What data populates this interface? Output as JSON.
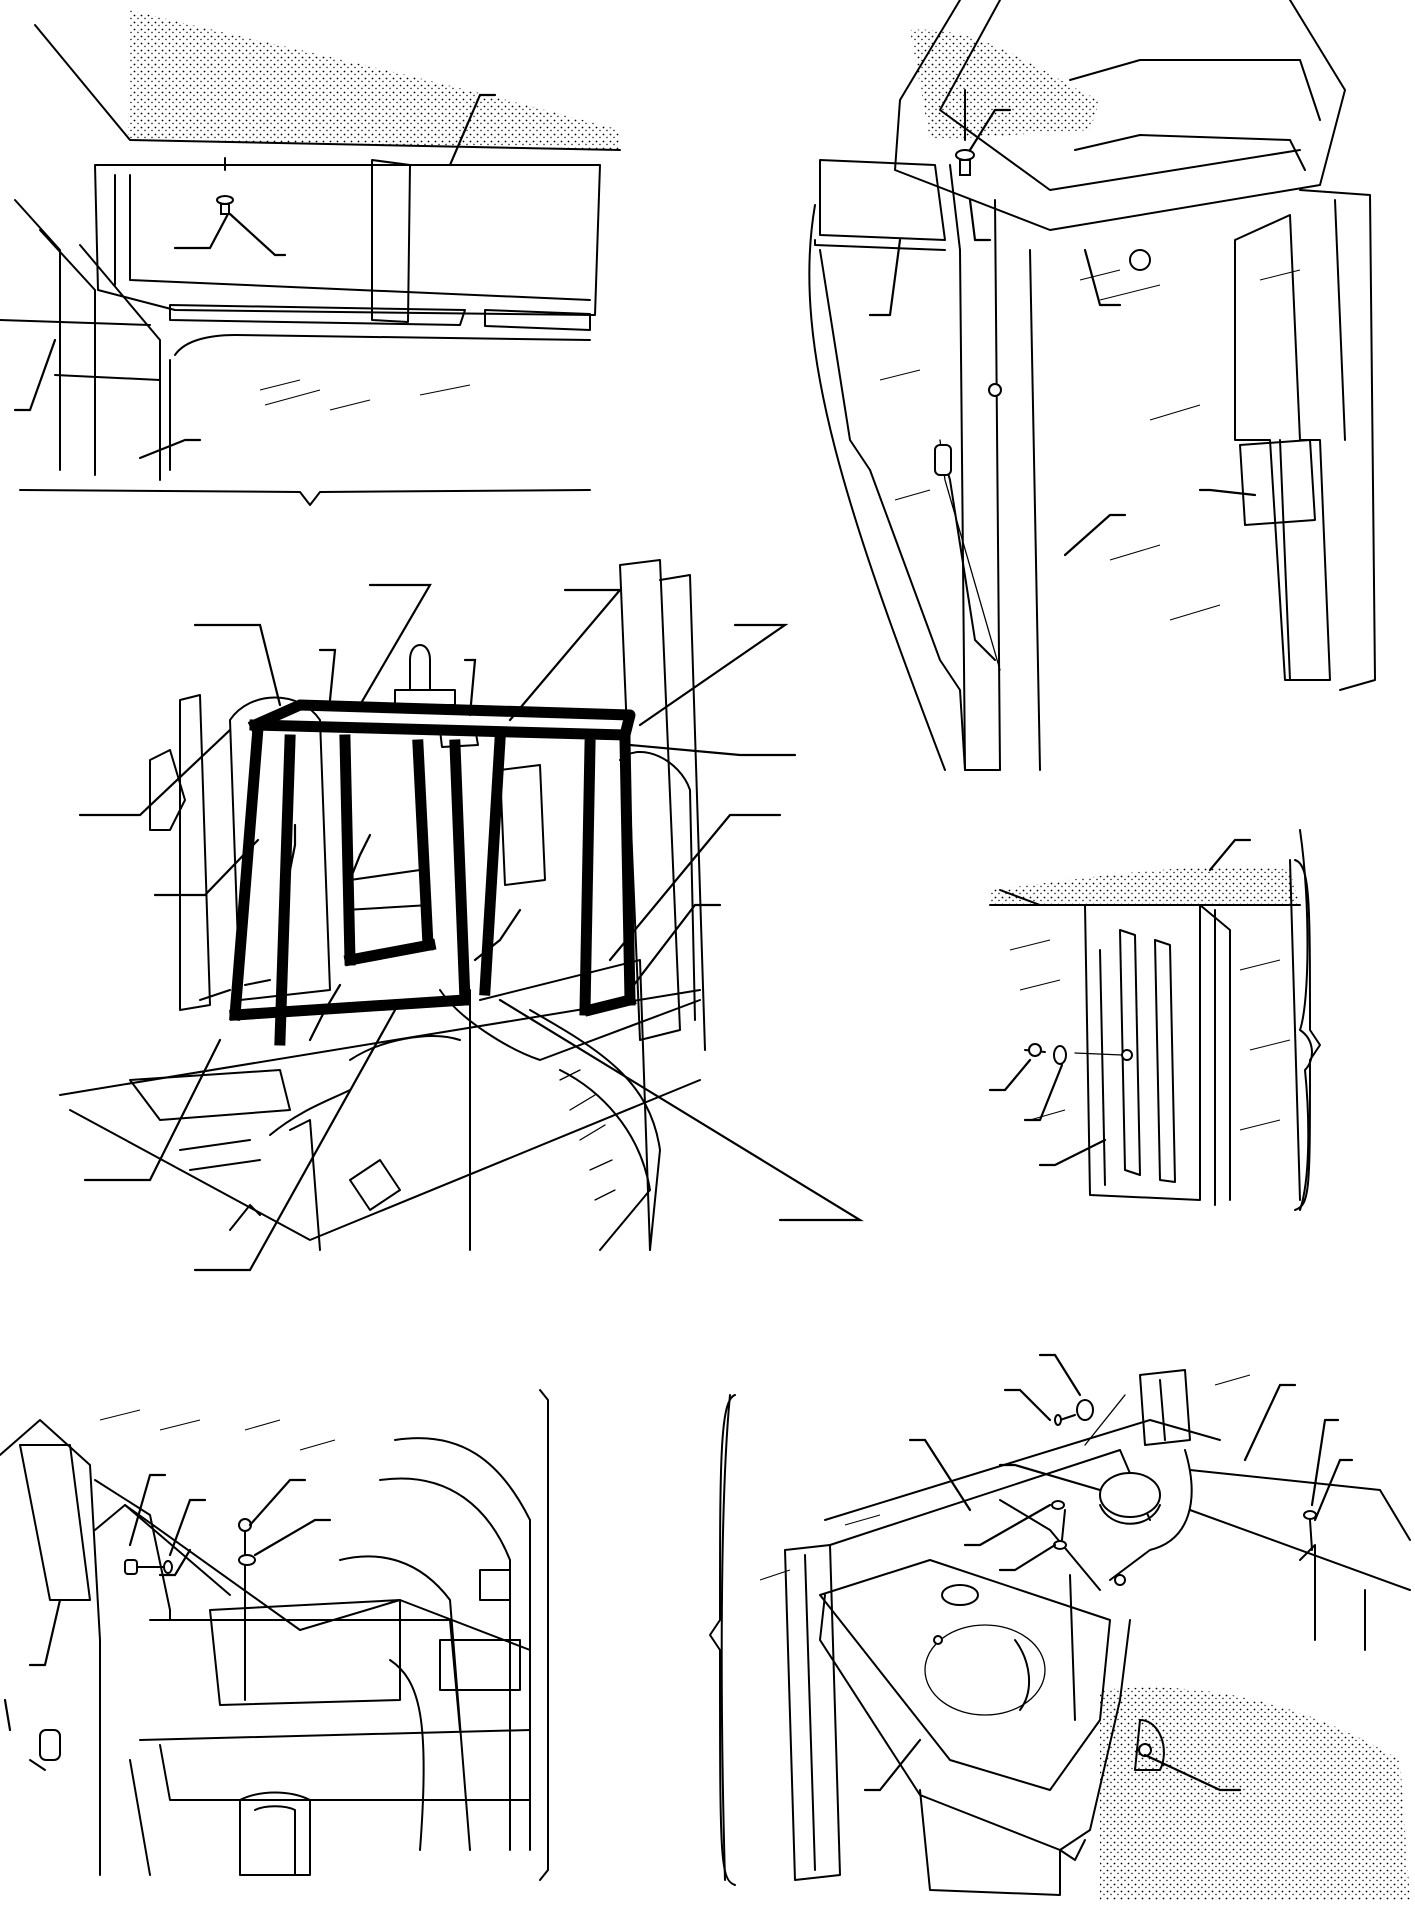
{
  "figure": {
    "panels": [
      {
        "id": "top-left",
        "callouts": 6
      },
      {
        "id": "top-right",
        "callouts": 6
      },
      {
        "id": "center",
        "callouts": 17
      },
      {
        "id": "mid-right",
        "callouts": 4
      },
      {
        "id": "bottom-left",
        "callouts": 7
      },
      {
        "id": "bottom-right",
        "callouts": 10
      }
    ]
  }
}
